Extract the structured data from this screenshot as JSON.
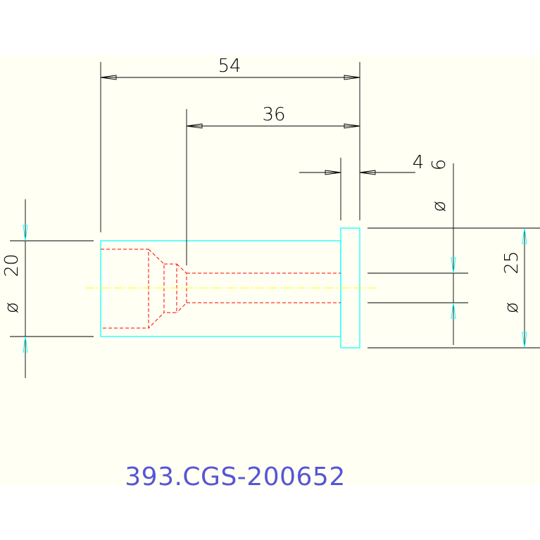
{
  "colors": {
    "background": "#fffff3",
    "outline": "#00ffff",
    "hidden_lines": "#ff0000",
    "centerline": "#ffff00",
    "dimension": "#000000",
    "part_number": "#5555d8"
  },
  "dimensions": {
    "overall_length": "54",
    "shank_length": "36",
    "head_thickness": "4",
    "bore_diameter_symbol": "ø",
    "bore_diameter_value": "6",
    "shank_diameter_symbol": "ø",
    "shank_diameter_value": "20",
    "head_diameter_symbol": "ø",
    "head_diameter_value": "25"
  },
  "part_number": "393.CGS-200652"
}
